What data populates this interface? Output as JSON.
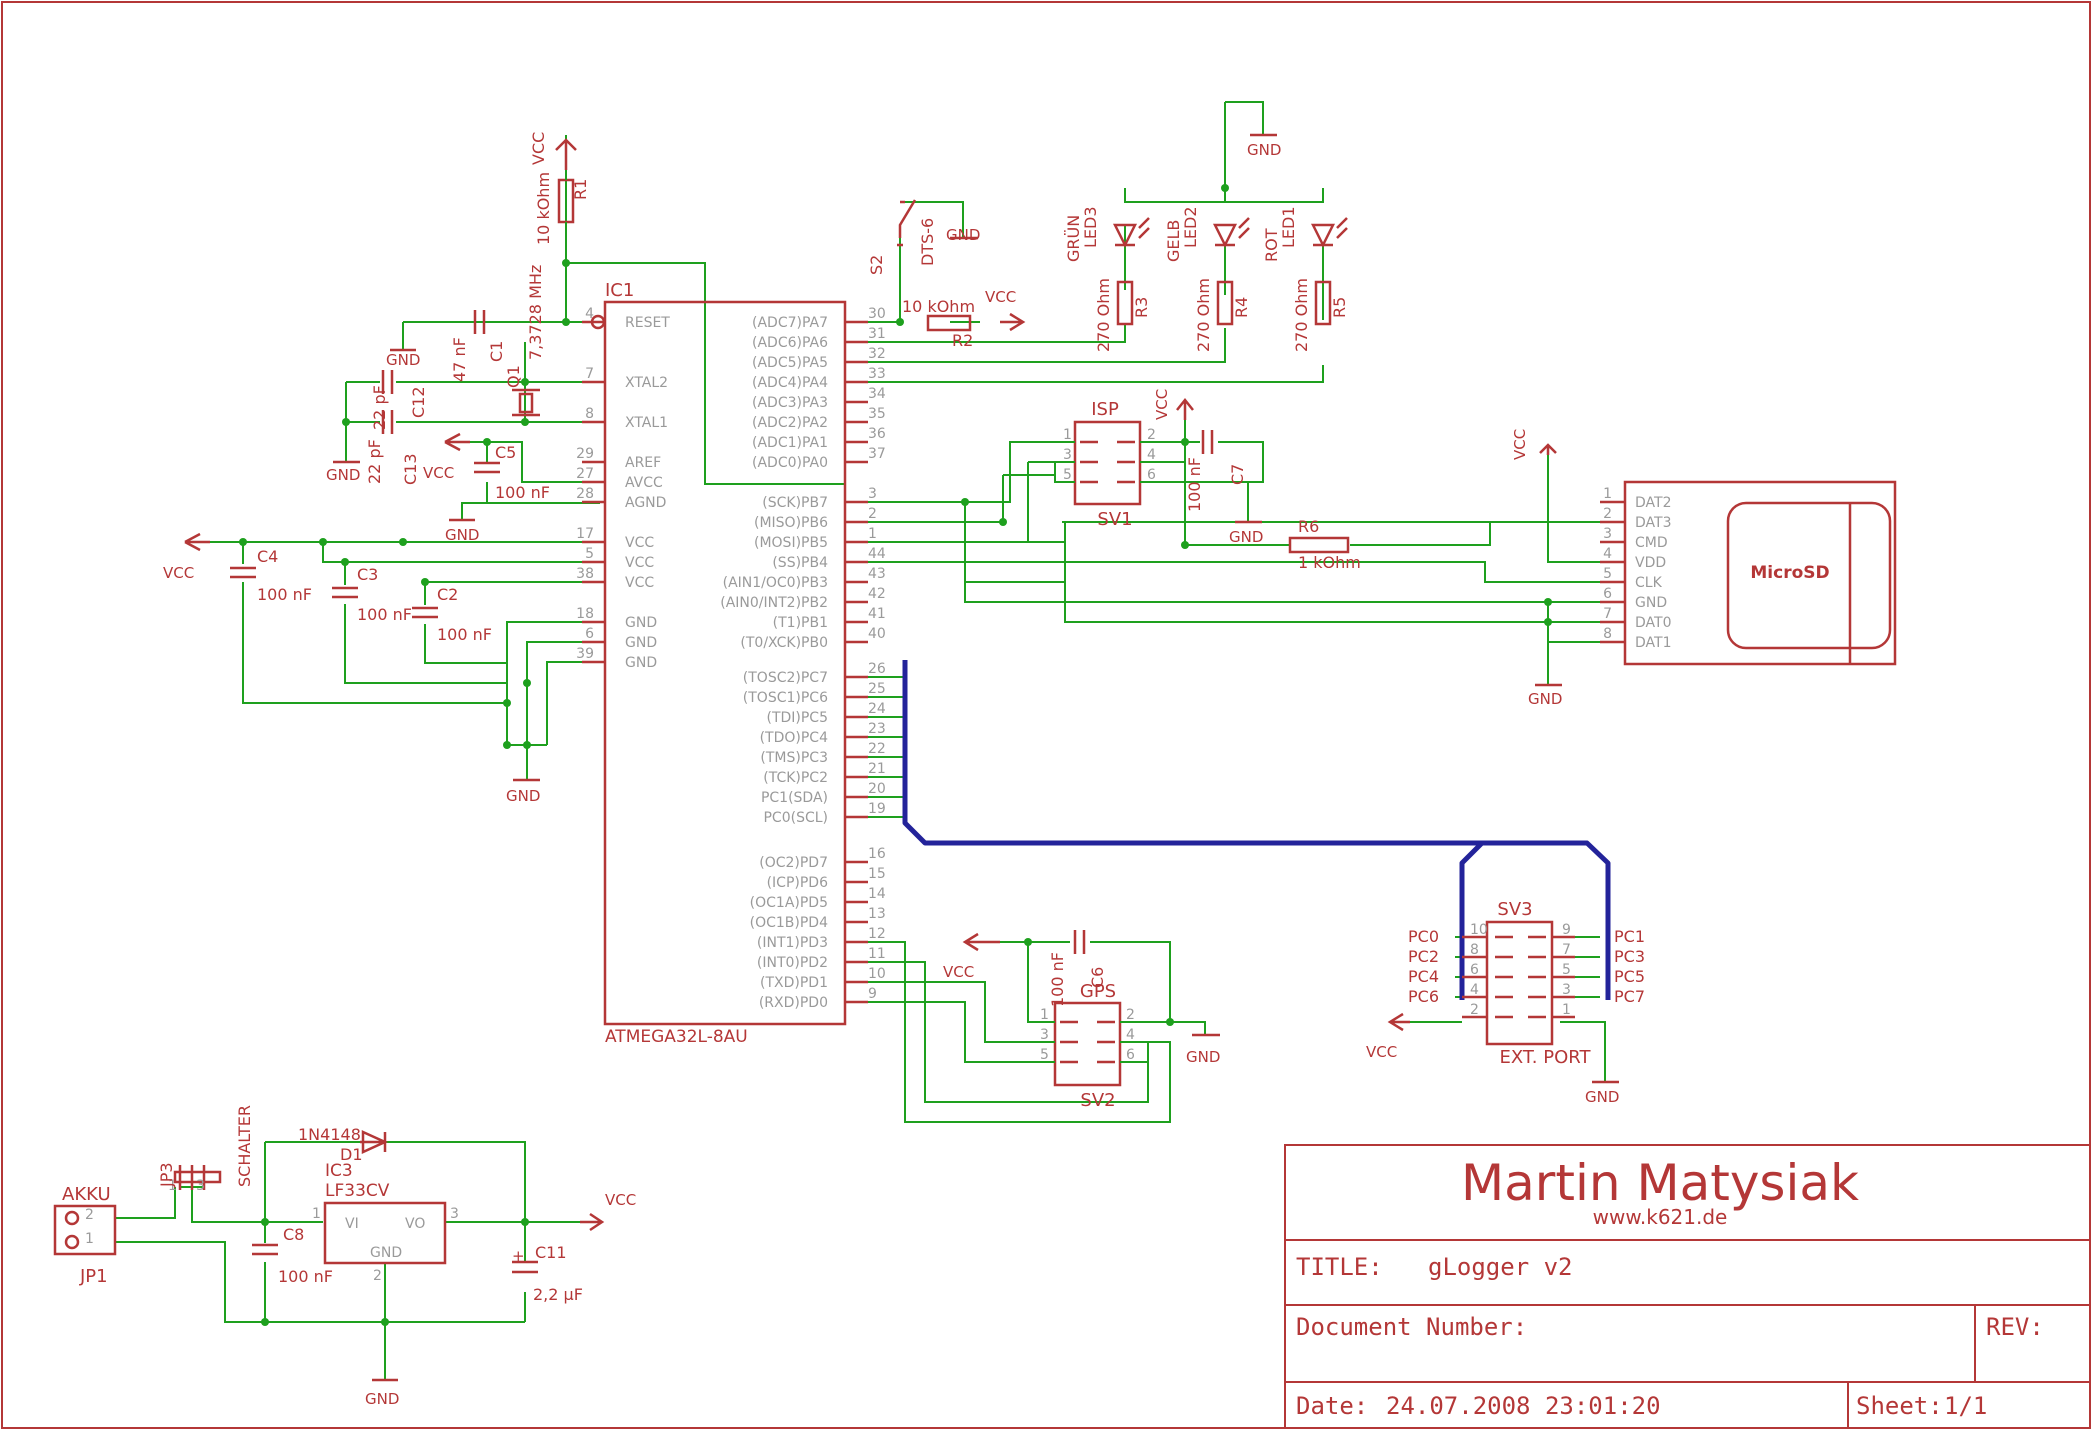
{
  "title_block": {
    "author": "Martin Matysiak",
    "website": "www.k621.de",
    "title_label": "TITLE:",
    "title_value": "gLogger v2",
    "document_number_label": "Document Number:",
    "rev_label": "REV:",
    "date_label": "Date:",
    "date_value": "24.07.2008 23:01:20",
    "sheet_label": "Sheet:",
    "sheet_value": "1/1"
  },
  "mcu": {
    "name": "IC1",
    "part": "ATMEGA32L-8AU",
    "left_pins": [
      {
        "num": "4",
        "label": "RESET"
      },
      {
        "num": "7",
        "label": "XTAL2"
      },
      {
        "num": "8",
        "label": "XTAL1"
      },
      {
        "num": "29",
        "label": "AREF"
      },
      {
        "num": "27",
        "label": "AVCC"
      },
      {
        "num": "28",
        "label": "AGND"
      },
      {
        "num": "17",
        "label": "VCC"
      },
      {
        "num": "5",
        "label": "VCC"
      },
      {
        "num": "38",
        "label": "VCC"
      },
      {
        "num": "18",
        "label": "GND"
      },
      {
        "num": "6",
        "label": "GND"
      },
      {
        "num": "39",
        "label": "GND"
      }
    ],
    "right_pins": [
      {
        "num": "30",
        "label": "(ADC7)PA7"
      },
      {
        "num": "31",
        "label": "(ADC6)PA6"
      },
      {
        "num": "32",
        "label": "(ADC5)PA5"
      },
      {
        "num": "33",
        "label": "(ADC4)PA4"
      },
      {
        "num": "34",
        "label": "(ADC3)PA3"
      },
      {
        "num": "35",
        "label": "(ADC2)PA2"
      },
      {
        "num": "36",
        "label": "(ADC1)PA1"
      },
      {
        "num": "37",
        "label": "(ADC0)PA0"
      },
      {
        "num": "3",
        "label": "(SCK)PB7"
      },
      {
        "num": "2",
        "label": "(MISO)PB6"
      },
      {
        "num": "1",
        "label": "(MOSI)PB5"
      },
      {
        "num": "44",
        "label": "(SS)PB4"
      },
      {
        "num": "43",
        "label": "(AIN1/OC0)PB3"
      },
      {
        "num": "42",
        "label": "(AIN0/INT2)PB2"
      },
      {
        "num": "41",
        "label": "(T1)PB1"
      },
      {
        "num": "40",
        "label": "(T0/XCK)PB0"
      },
      {
        "num": "26",
        "label": "(TOSC2)PC7"
      },
      {
        "num": "25",
        "label": "(TOSC1)PC6"
      },
      {
        "num": "24",
        "label": "(TDI)PC5"
      },
      {
        "num": "23",
        "label": "(TDO)PC4"
      },
      {
        "num": "22",
        "label": "(TMS)PC3"
      },
      {
        "num": "21",
        "label": "(TCK)PC2"
      },
      {
        "num": "20",
        "label": "PC1(SDA)"
      },
      {
        "num": "19",
        "label": "PC0(SCL)"
      },
      {
        "num": "16",
        "label": "(OC2)PD7"
      },
      {
        "num": "15",
        "label": "(ICP)PD6"
      },
      {
        "num": "14",
        "label": "(OC1A)PD5"
      },
      {
        "num": "13",
        "label": "(OC1B)PD4"
      },
      {
        "num": "12",
        "label": "(INT1)PD3"
      },
      {
        "num": "11",
        "label": "(INT0)PD2"
      },
      {
        "num": "10",
        "label": "(TXD)PD1"
      },
      {
        "num": "9",
        "label": "(RXD)PD0"
      }
    ]
  },
  "microsd": {
    "name": "MicroSD",
    "pins": [
      {
        "num": "1",
        "label": "DAT2"
      },
      {
        "num": "2",
        "label": "DAT3"
      },
      {
        "num": "3",
        "label": "CMD"
      },
      {
        "num": "4",
        "label": "VDD"
      },
      {
        "num": "5",
        "label": "CLK"
      },
      {
        "num": "6",
        "label": "GND"
      },
      {
        "num": "7",
        "label": "DAT0"
      },
      {
        "num": "8",
        "label": "DAT1"
      }
    ]
  },
  "isp": {
    "title": "ISP",
    "name": "SV1",
    "pins": [
      "1",
      "2",
      "3",
      "4",
      "5",
      "6"
    ]
  },
  "gps": {
    "title": "GPS",
    "name": "SV2",
    "pins": [
      "1",
      "2",
      "3",
      "4",
      "5",
      "6"
    ]
  },
  "ext_port": {
    "name": "SV3",
    "subtitle": "EXT. PORT",
    "left_pins": [
      "10",
      "8",
      "6",
      "4",
      "2"
    ],
    "right_pins": [
      "9",
      "7",
      "5",
      "3",
      "1"
    ],
    "left_nets": [
      "PC0",
      "PC2",
      "PC4",
      "PC6"
    ],
    "right_nets": [
      "PC1",
      "PC3",
      "PC5",
      "PC7"
    ]
  },
  "regulator": {
    "name": "IC3",
    "part": "LF33CV",
    "pin_vi": "VI",
    "pin_vo": "VO",
    "pin_gnd": "GND",
    "num_in": "1",
    "num_out": "3",
    "num_gnd": "2"
  },
  "leds": [
    {
      "name": "LED3",
      "color": "GRÜN",
      "resistor": "R3",
      "value": "270 Ohm"
    },
    {
      "name": "LED2",
      "color": "GELB",
      "resistor": "R4",
      "value": "270 Ohm"
    },
    {
      "name": "LED1",
      "color": "ROT",
      "resistor": "R5",
      "value": "270 Ohm"
    }
  ],
  "labels": {
    "vcc": "VCC",
    "gnd": "GND",
    "r1": "R1",
    "r1_value": "10 kOhm",
    "r2": "R2",
    "r2_value": "10 kOhm",
    "r6": "R6",
    "r6_value": "1 kOhm",
    "s2": "S2",
    "s2_type": "DTS-6",
    "c1": "C1",
    "c1_value": "47 nF",
    "q1": "Q1",
    "q1_value": "7,3728 MHz",
    "c12": "C12",
    "c13": "C13",
    "c12_value": "22 pF",
    "c13_value": "22 pF",
    "c5": "C5",
    "c5_value": "100 nF",
    "c4": "C4",
    "c4_value": "100 nF",
    "c3": "C3",
    "c3_value": "100 nF",
    "c2": "C2",
    "c2_value": "100 nF",
    "c7": "C7",
    "c7_value": "100 nF",
    "c6": "C6",
    "c6_value": "100 nF",
    "c8": "C8",
    "c8_value": "100 nF",
    "c11": "C11",
    "c11_value": "2,2 µF",
    "d1": "D1",
    "d1_value": "1N4148",
    "jp1": "JP1",
    "akku": "AKKU",
    "jp3": "JP3",
    "schalter": "SCHALTER",
    "plus": "+",
    "n1": "1",
    "n2": "2",
    "n3": "3"
  },
  "colors": {
    "component": "#b43737",
    "wire": "#1ea01e",
    "bus": "#23239a",
    "pin_text": "#9a9a9a"
  }
}
